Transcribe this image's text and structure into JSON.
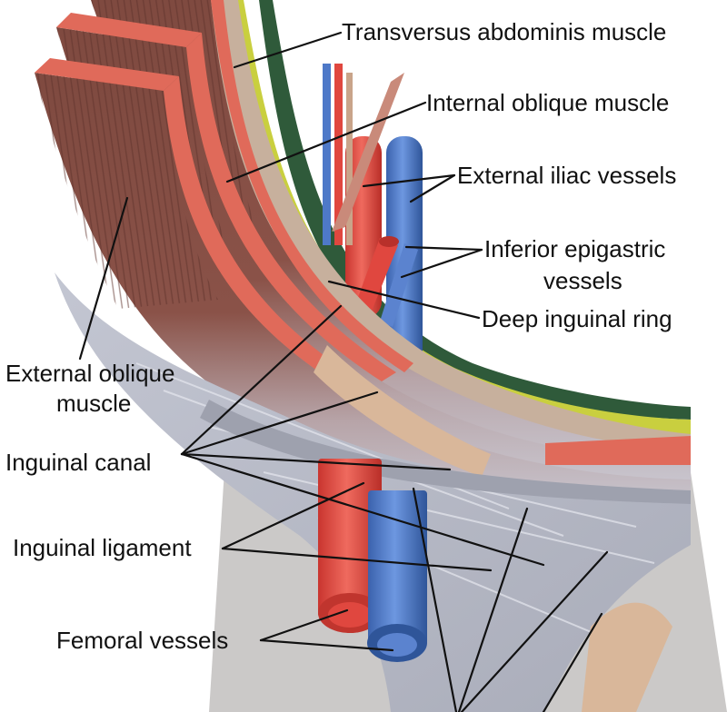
{
  "labels": {
    "transversus": "Transversus abdominis muscle",
    "internal_oblique": "Internal oblique muscle",
    "external_iliac": "External iliac vessels",
    "inferior_epigastric_1": "Inferior epigastric",
    "inferior_epigastric_2": "vessels",
    "deep_ring": "Deep inguinal ring",
    "external_oblique_1": "External oblique",
    "external_oblique_2": "muscle",
    "inguinal_canal": "Inguinal canal",
    "inguinal_ligament": "Inguinal ligament",
    "femoral": "Femoral vessels"
  },
  "colors": {
    "muscle_red": "#c85a4f",
    "muscle_dark": "#7a4238",
    "muscle_edge": "#e06a5a",
    "fascia_tan": "#c9b39c",
    "fascia_light": "#ddd0c0",
    "fat_yellow": "#c9cf3f",
    "peritoneum_green": "#2f5a3a",
    "aponeurosis": "#b9bcc8",
    "artery": "#e0473f",
    "vein": "#4e79c8",
    "cord": "#d9b79a",
    "skin_gray": "#c7c4c4"
  }
}
